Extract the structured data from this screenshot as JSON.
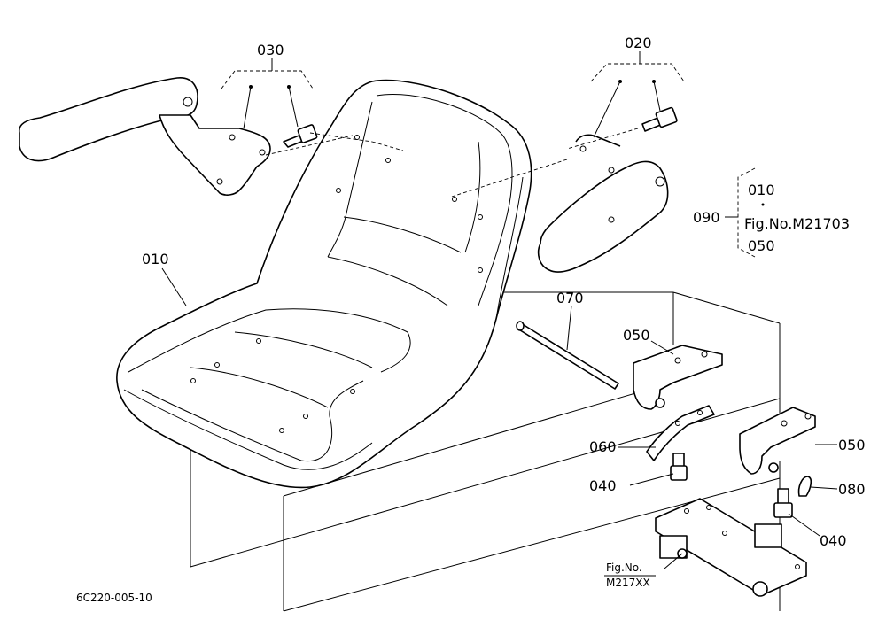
{
  "callouts": {
    "c030": "030",
    "c020": "020",
    "c010": "010",
    "c070": "070",
    "c050a": "050",
    "c050b": "050",
    "c060": "060",
    "c040a": "040",
    "c040b": "040",
    "c080": "080",
    "c090": "090"
  },
  "group_090": {
    "line1": "010",
    "line2": "Fig.No.M21703",
    "line3": "050"
  },
  "fig_ref": {
    "line1": "Fig.No.",
    "line2": "M217XX"
  },
  "drawing_code": "6C220-005-10"
}
